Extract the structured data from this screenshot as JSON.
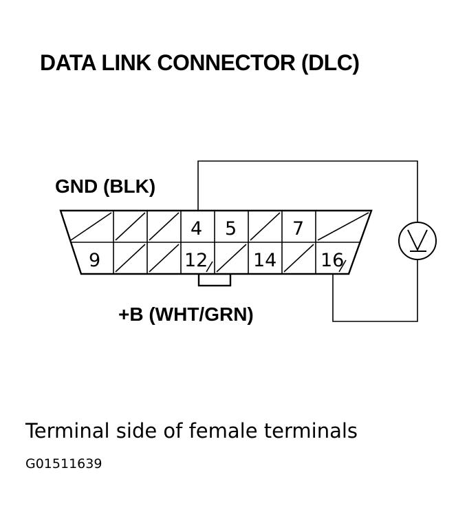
{
  "title": "DATA LINK CONNECTOR (DLC)",
  "gnd_label": "GND (BLK)",
  "b_label": "+B (WHT/GRN)",
  "meter_symbol": "voltmeter-icon",
  "caption": "Terminal side of female terminals",
  "code": "G01511639",
  "pins": {
    "top": [
      "",
      "",
      "",
      "4",
      "5",
      "",
      "7",
      ""
    ],
    "bottom": [
      "9",
      "",
      "",
      "12",
      "",
      "14",
      "",
      "16"
    ]
  }
}
